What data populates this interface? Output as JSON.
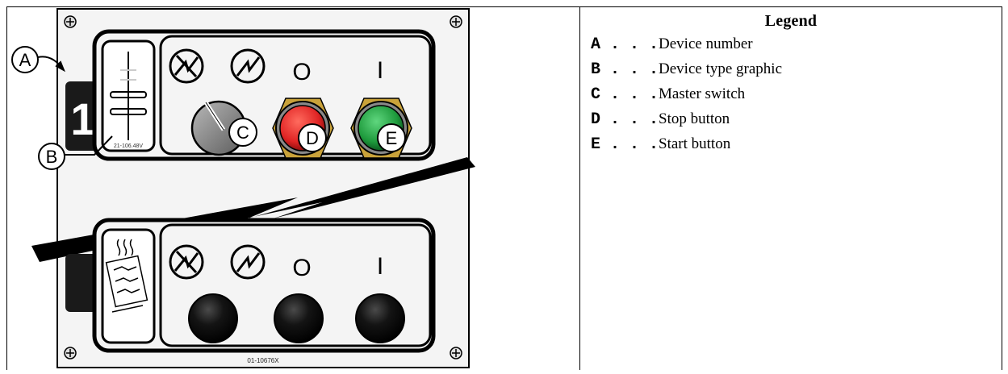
{
  "figure": {
    "callouts": {
      "a": "A",
      "b": "B",
      "c": "C",
      "d": "D",
      "e": "E"
    },
    "device_number": "1",
    "device_type_caption": "21-106.48V",
    "switch_labels": {
      "off": "O",
      "on": "I"
    },
    "drawing_number": "01-10676X",
    "colors": {
      "stop_button": "#e02424",
      "start_button": "#1e9a3c",
      "bezel": "#c9a23a",
      "device_number_bg": "#1a1a1a",
      "unlit_button": "#111111",
      "knob": "#8a8a8a"
    },
    "icons": [
      "isolated-power-icon",
      "power-bolt-icon",
      "screw-icon",
      "heater-graphic-icon"
    ]
  },
  "legend": {
    "title": "Legend",
    "items": [
      {
        "key": "A . . .",
        "text": "Device number"
      },
      {
        "key": "B . . .",
        "text": "Device type graphic"
      },
      {
        "key": "C . . .",
        "text": "Master switch"
      },
      {
        "key": "D . . .",
        "text": "Stop button"
      },
      {
        "key": "E . . .",
        "text": "Start button"
      }
    ]
  }
}
